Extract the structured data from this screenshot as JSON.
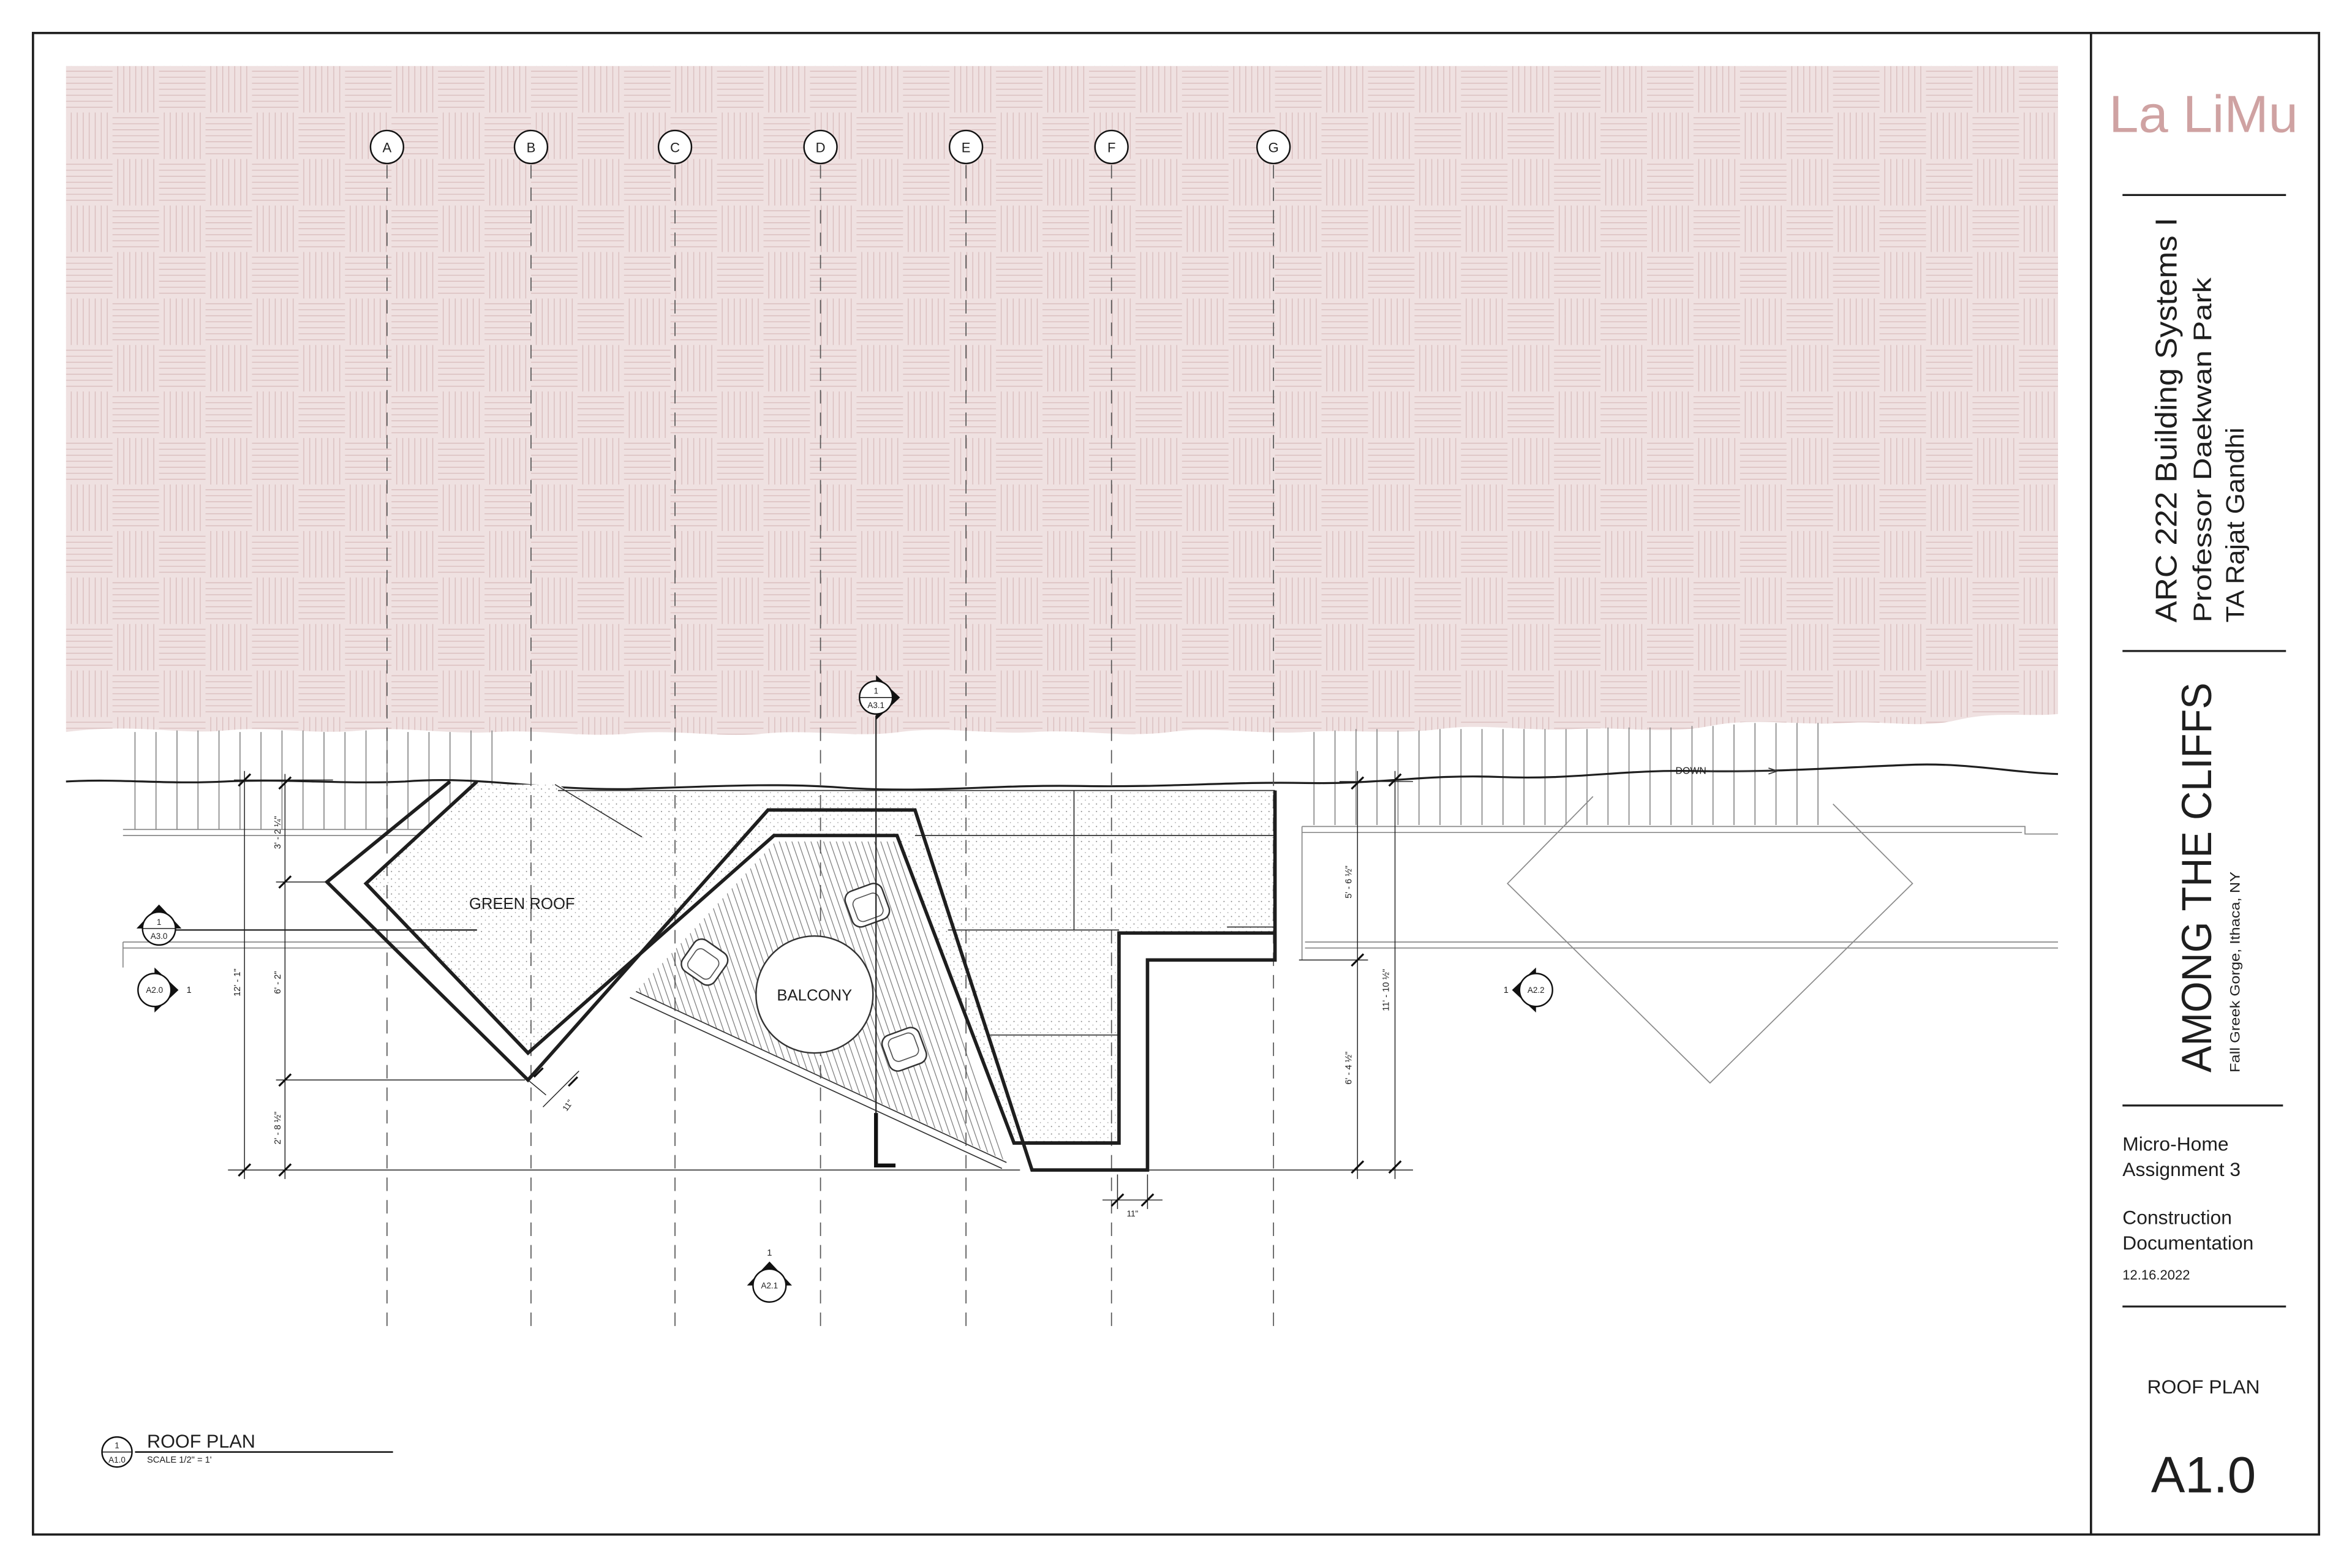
{
  "title_block": {
    "logo": "La LiMu",
    "course": "ARC 222 Building Systems I",
    "professor": "Professor Daekwan Park",
    "ta": "TA Rajat Gandhi",
    "project": "AMONG THE CLIFFS",
    "location": "Fall Greek Gorge, Ithaca, NY",
    "assignment": [
      "Micro-Home",
      "Assignment 3"
    ],
    "phase": [
      "Construction",
      "Documentation"
    ],
    "date": "12.16.2022",
    "sheet_title": "ROOF PLAN",
    "sheet_number": "A1.0"
  },
  "drawing_title": {
    "number": "1",
    "sheet": "A1.0",
    "title": "ROOF PLAN",
    "scale": "SCALE 1/2\" = 1'"
  },
  "grid_labels": [
    "A",
    "B",
    "C",
    "D",
    "E",
    "F",
    "G"
  ],
  "labels": {
    "green_roof": "GREEN ROOF",
    "balcony": "BALCONY",
    "down": "DOWN"
  },
  "section_markers": {
    "a31": {
      "number": "1",
      "sheet": "A3.1"
    },
    "a30": {
      "number": "1",
      "sheet": "A3.0"
    },
    "a20": {
      "number": "1",
      "sheet": "A2.0"
    },
    "a21": {
      "number": "1",
      "sheet": "A2.1"
    },
    "a22": {
      "number": "1",
      "sheet": "A2.2"
    }
  },
  "dimensions": {
    "west_upper": "3' - 2 ¼\"",
    "west_overall": "12' - 1\"",
    "west_middle": "6' - 2\"",
    "west_lower": "2' - 8 ½\"",
    "tip_wall": "11\"",
    "east_upper": "5' - 6 ½\"",
    "east_overall": "11' - 10 ½\"",
    "east_lower": "6' - 4 ½\"",
    "south_wall": "11\""
  },
  "colors": {
    "logo": "#cfa2a2",
    "site_hatch": "#efe1e1",
    "ink": "#1e1e1e"
  }
}
